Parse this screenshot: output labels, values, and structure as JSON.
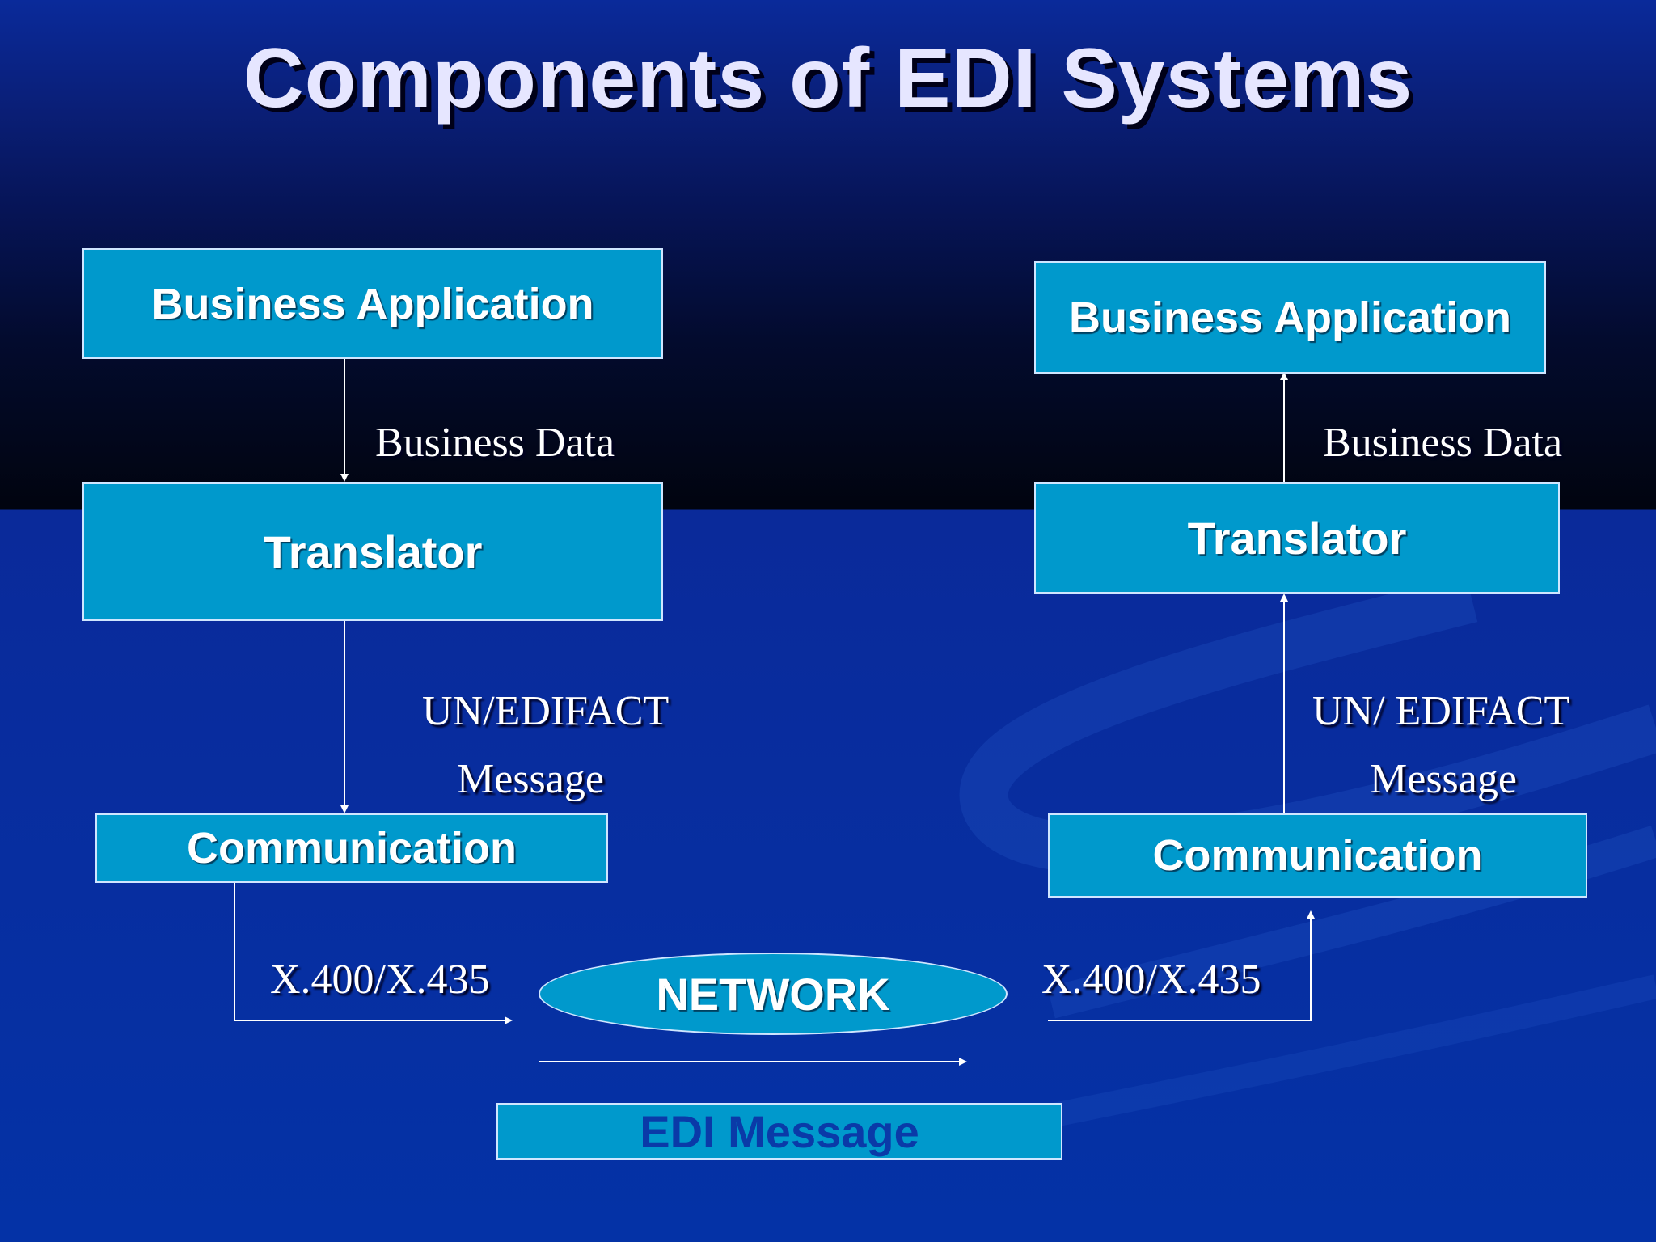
{
  "slide": {
    "title": "Components of EDI Systems"
  },
  "left": {
    "business_application": "Business Application",
    "business_data": "Business Data",
    "translator": "Translator",
    "edifact_line1": "UN/EDIFACT",
    "edifact_line2": "Message",
    "communication": "Communication",
    "protocol": "X.400/X.435"
  },
  "right": {
    "business_application": "Business Application",
    "business_data": "Business Data",
    "translator": "Translator",
    "edifact_line1": "UN/ EDIFACT",
    "edifact_line2": "Message",
    "communication": "Communication",
    "protocol": "X.400/X.435"
  },
  "center": {
    "network": "NETWORK",
    "edi_message": "EDI Message"
  },
  "colors": {
    "box_fill": "#0099cc",
    "box_border": "#cfe6ff",
    "title_text": "#e6e6ff",
    "edi_message_text": "#0a3aa8",
    "background_top": "#0a2a9a",
    "background_band": "#01040f"
  }
}
